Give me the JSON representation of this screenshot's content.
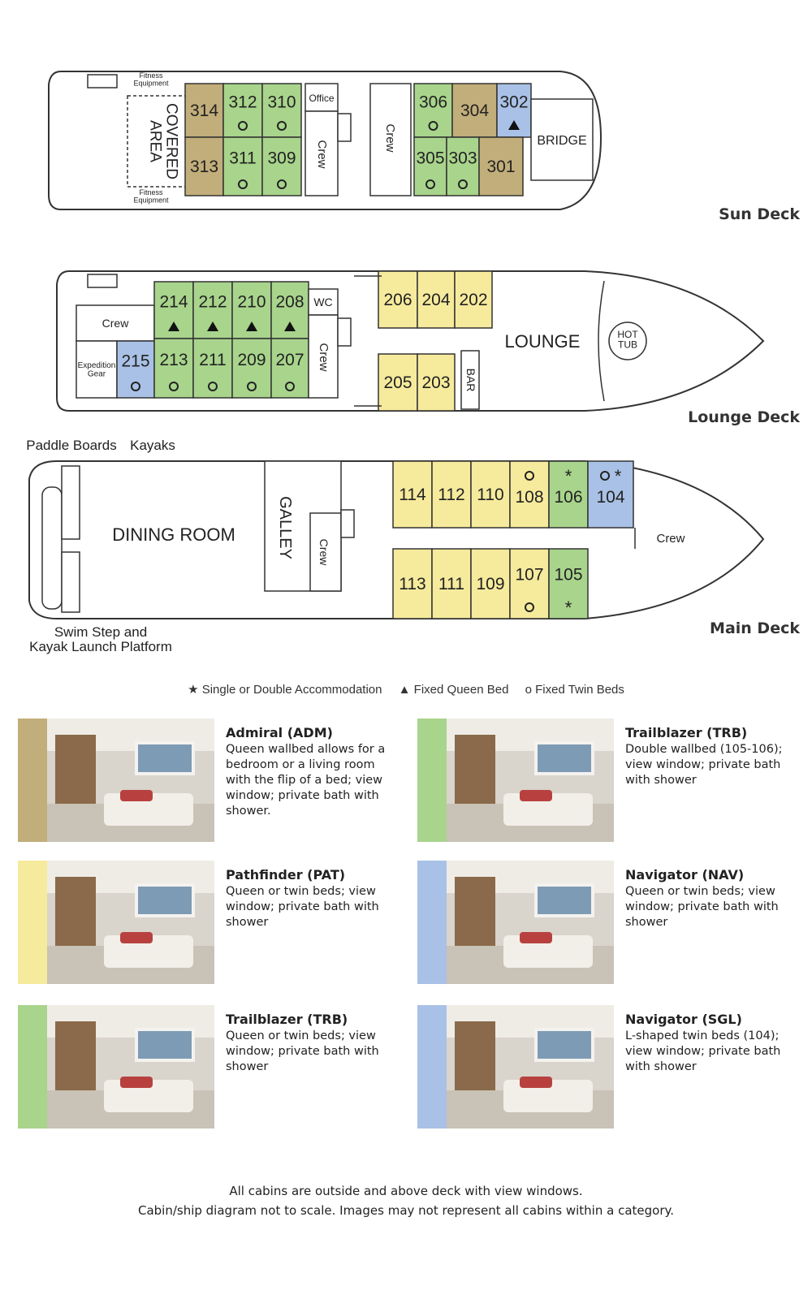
{
  "colors": {
    "adm": "#c2ae7a",
    "pat": "#f6ea9c",
    "trb": "#a8d48c",
    "nav": "#a9c1e6",
    "outline": "#333333"
  },
  "decks": {
    "sun": "Sun Deck",
    "lounge": "Lounge Deck",
    "main": "Main Deck"
  },
  "sun_labels": {
    "fitness_top": "Fitness\nEquipment",
    "fitness_bottom": "Fitness\nEquipment",
    "covered": "COVERED\nAREA",
    "office": "Office",
    "crew_mid": "Crew",
    "crew_fwd": "Crew",
    "bridge": "BRIDGE"
  },
  "lounge_labels": {
    "crew": "Crew",
    "expedition": "Expedition\nGear",
    "wc": "WC",
    "crew_mid": "Crew",
    "lounge": "LOUNGE",
    "bar": "BAR",
    "hot_tub": "HOT\nTUB"
  },
  "main_labels": {
    "paddle": "Paddle Boards",
    "kayaks": "Kayaks",
    "dining": "DINING ROOM",
    "galley": "GALLEY",
    "crew_galley": "Crew",
    "crew_fwd": "Crew",
    "swim": "Swim Step and\nKayak Launch Platform"
  },
  "cabins": {
    "sun": [
      {
        "num": "314",
        "cat": "adm",
        "sym": ""
      },
      {
        "num": "312",
        "cat": "trb",
        "sym": "twin"
      },
      {
        "num": "310",
        "cat": "trb",
        "sym": "twin"
      },
      {
        "num": "313",
        "cat": "adm",
        "sym": ""
      },
      {
        "num": "311",
        "cat": "trb",
        "sym": "twin"
      },
      {
        "num": "309",
        "cat": "trb",
        "sym": "twin"
      },
      {
        "num": "306",
        "cat": "trb",
        "sym": "twin"
      },
      {
        "num": "304",
        "cat": "adm",
        "sym": ""
      },
      {
        "num": "302",
        "cat": "nav",
        "sym": "queen"
      },
      {
        "num": "305",
        "cat": "trb",
        "sym": "twin"
      },
      {
        "num": "303",
        "cat": "trb",
        "sym": "twin"
      },
      {
        "num": "301",
        "cat": "adm",
        "sym": ""
      }
    ],
    "lounge": [
      {
        "num": "214",
        "cat": "trb",
        "sym": "queen"
      },
      {
        "num": "212",
        "cat": "trb",
        "sym": "queen"
      },
      {
        "num": "210",
        "cat": "trb",
        "sym": "queen"
      },
      {
        "num": "208",
        "cat": "trb",
        "sym": "queen"
      },
      {
        "num": "215",
        "cat": "nav",
        "sym": "twin"
      },
      {
        "num": "213",
        "cat": "trb",
        "sym": "twin"
      },
      {
        "num": "211",
        "cat": "trb",
        "sym": "twin"
      },
      {
        "num": "209",
        "cat": "trb",
        "sym": "twin"
      },
      {
        "num": "207",
        "cat": "trb",
        "sym": "twin"
      },
      {
        "num": "206",
        "cat": "pat",
        "sym": ""
      },
      {
        "num": "204",
        "cat": "pat",
        "sym": ""
      },
      {
        "num": "202",
        "cat": "pat",
        "sym": ""
      },
      {
        "num": "205",
        "cat": "pat",
        "sym": ""
      },
      {
        "num": "203",
        "cat": "pat",
        "sym": ""
      }
    ],
    "main": [
      {
        "num": "114",
        "cat": "pat",
        "sym": ""
      },
      {
        "num": "112",
        "cat": "pat",
        "sym": ""
      },
      {
        "num": "110",
        "cat": "pat",
        "sym": ""
      },
      {
        "num": "108",
        "cat": "pat",
        "sym": "twin"
      },
      {
        "num": "106",
        "cat": "trb",
        "sym": "single"
      },
      {
        "num": "104",
        "cat": "nav",
        "sym": "twin-single"
      },
      {
        "num": "113",
        "cat": "pat",
        "sym": ""
      },
      {
        "num": "111",
        "cat": "pat",
        "sym": ""
      },
      {
        "num": "109",
        "cat": "pat",
        "sym": ""
      },
      {
        "num": "107",
        "cat": "pat",
        "sym": "twin"
      },
      {
        "num": "105",
        "cat": "trb",
        "sym": "single"
      }
    ]
  },
  "legend": {
    "single": "★ Single or Double Accommodation",
    "queen": "▲ Fixed Queen Bed",
    "twin": "o Fixed Twin Beds"
  },
  "categories": [
    {
      "title": "Admiral (ADM)",
      "desc": "Queen wallbed allows for a bedroom or a living room with the flip of a bed; view window; private bath with shower.",
      "color": "adm"
    },
    {
      "title": "Trailblazer (TRB)",
      "desc": "Double wallbed (105-106); view window; private bath with shower",
      "color": "trb"
    },
    {
      "title": "Pathfinder (PAT)",
      "desc": "Queen or twin beds; view window; private bath with shower",
      "color": "pat"
    },
    {
      "title": "Navigator (NAV)",
      "desc": "Queen or twin beds; view window; private bath with shower",
      "color": "nav"
    },
    {
      "title": "Trailblazer (TRB)",
      "desc": "Queen or twin beds; view window; private bath with shower",
      "color": "trb"
    },
    {
      "title": "Navigator (SGL)",
      "desc": "L-shaped twin beds (104); view window; private bath with shower",
      "color": "nav"
    }
  ],
  "footer": {
    "line1": "All cabins are outside and above deck with view windows.",
    "line2": "Cabin/ship diagram not to scale. Images may not represent all cabins within a category."
  }
}
